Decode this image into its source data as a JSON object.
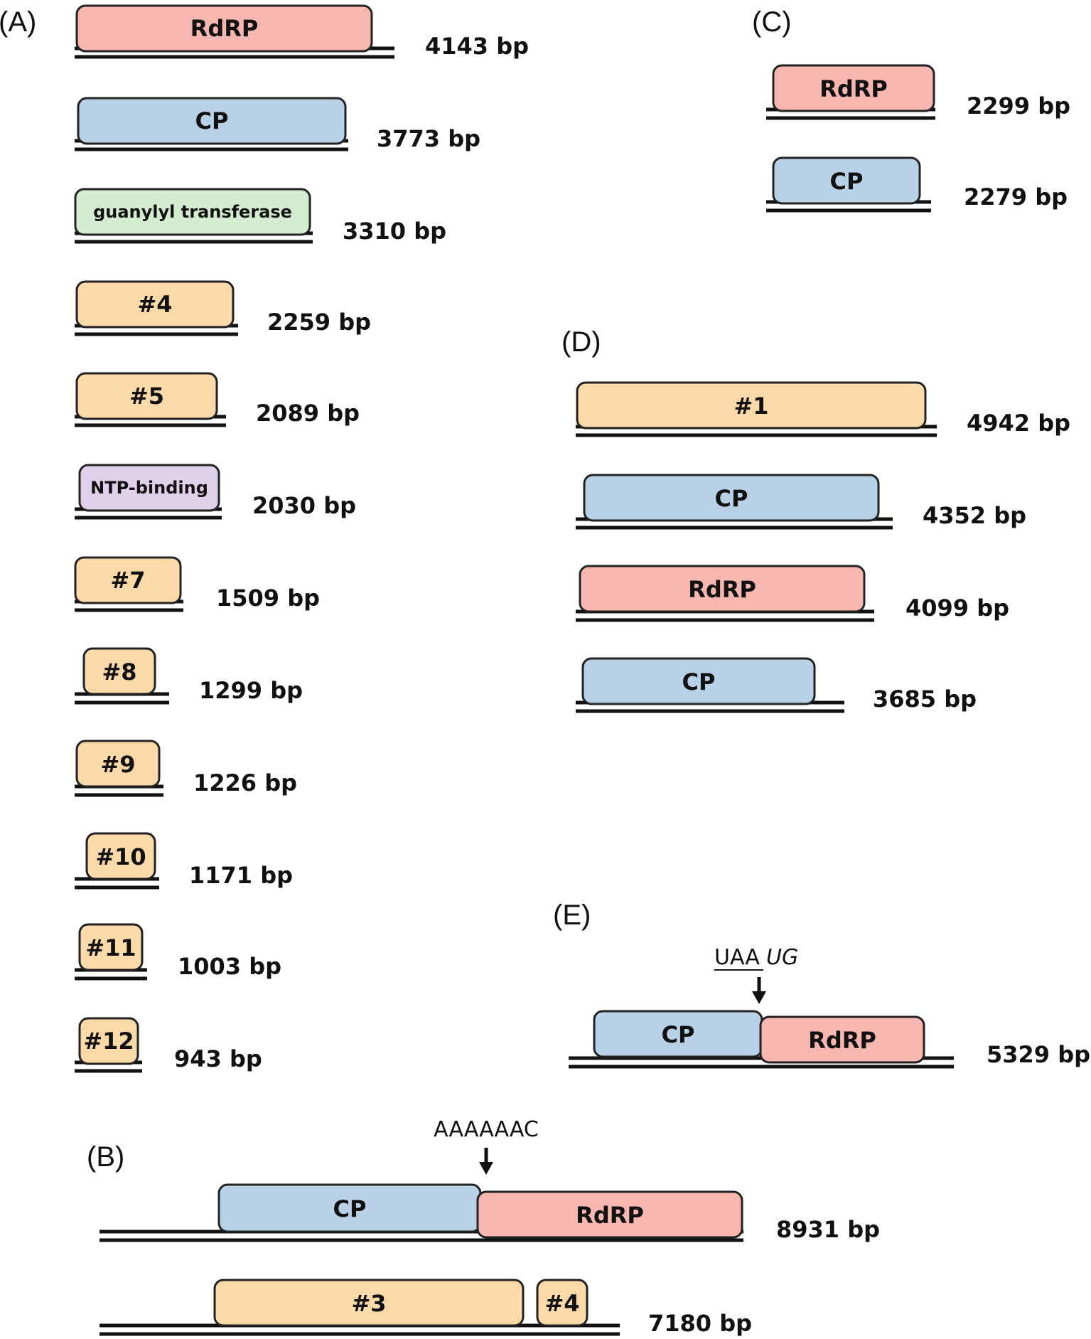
{
  "colors": {
    "RdRP": "#f8b6b0",
    "CP": "#b9d1e6",
    "guanylyl": "#d4ecd0",
    "NTP": "#e0d0ea",
    "hypo": "#fcd9a8",
    "outline": "#222222",
    "line": "#111111"
  },
  "panels": {
    "A": "(A)",
    "B": "(B)",
    "C": "(C)",
    "D": "(D)",
    "E": "(E)"
  },
  "panel_a": [
    {
      "label": "RdRP",
      "color": "RdRP",
      "size": "4143 bp"
    },
    {
      "label": "CP",
      "color": "CP",
      "size": "3773 bp"
    },
    {
      "label": "guanylyl transferase",
      "color": "guanylyl",
      "size": "3310 bp",
      "small": true
    },
    {
      "label": "#4",
      "color": "hypo",
      "size": "2259 bp"
    },
    {
      "label": "#5",
      "color": "hypo",
      "size": "2089 bp"
    },
    {
      "label": "NTP-binding",
      "color": "NTP",
      "size": "2030 bp",
      "small": true
    },
    {
      "label": "#7",
      "color": "hypo",
      "size": "1509 bp"
    },
    {
      "label": "#8",
      "color": "hypo",
      "size": "1299 bp"
    },
    {
      "label": "#9",
      "color": "hypo",
      "size": "1226 bp"
    },
    {
      "label": "#10",
      "color": "hypo",
      "size": "1171 bp"
    },
    {
      "label": "#11",
      "color": "hypo",
      "size": "1003 bp"
    },
    {
      "label": "#12",
      "color": "hypo",
      "size": "943 bp"
    }
  ],
  "panel_b": {
    "site": "AAAAAAC",
    "segments": [
      {
        "size": "8931 bp",
        "boxes": [
          {
            "label": "CP",
            "color": "CP"
          },
          {
            "label": "RdRP",
            "color": "RdRP"
          }
        ]
      },
      {
        "size": "7180 bp",
        "boxes": [
          {
            "label": "#3",
            "color": "hypo"
          },
          {
            "label": "#4",
            "color": "hypo"
          }
        ]
      }
    ]
  },
  "panel_c": [
    {
      "label": "RdRP",
      "color": "RdRP",
      "size": "2299 bp"
    },
    {
      "label": "CP",
      "color": "CP",
      "size": "2279 bp"
    }
  ],
  "panel_d": [
    {
      "label": "#1",
      "color": "hypo",
      "size": "4942 bp"
    },
    {
      "label": "CP",
      "color": "CP",
      "size": "4352 bp"
    },
    {
      "label": "RdRP",
      "color": "RdRP",
      "size": "4099 bp"
    },
    {
      "label": "CP",
      "color": "CP",
      "size": "3685 bp"
    }
  ],
  "panel_e": {
    "site_underlined": "UAA",
    "site_italic": "UG",
    "size": "5329 bp",
    "boxes": [
      {
        "label": "CP",
        "color": "CP"
      },
      {
        "label": "RdRP",
        "color": "RdRP"
      }
    ]
  }
}
